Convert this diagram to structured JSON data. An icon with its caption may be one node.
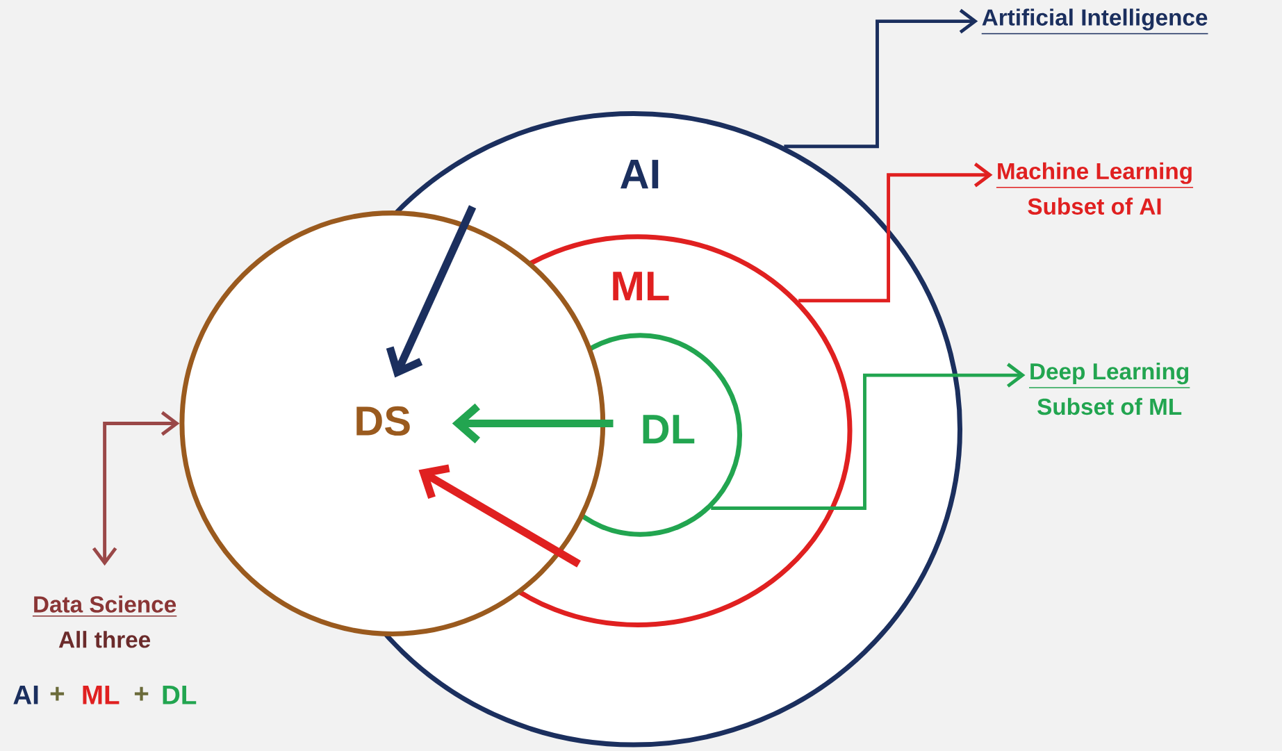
{
  "diagram": {
    "nodes": [
      {
        "text": [
          "AI"
        ]
      },
      {
        "text": [
          "ML"
        ],
        "in": 0
      },
      {
        "text": [
          "DL"
        ],
        "in": 1
      },
      {
        "text": [
          "DS"
        ]
      },
      {
        "text": [
          "Artificial Intelligence"
        ]
      },
      {
        "text": [
          "Machine Learning",
          "Subset of AI"
        ]
      },
      {
        "text": [
          "Deep Learning",
          "Subset of ML"
        ]
      },
      {
        "text": [
          "Data Science",
          "All three"
        ]
      }
    ],
    "edges": [
      {
        "from": 0,
        "to": 4,
        "arrow": "to",
        "color": "#1b2f5e"
      },
      {
        "from": 1,
        "to": 5,
        "arrow": "to",
        "color": "#e02020"
      },
      {
        "from": 2,
        "to": 6,
        "arrow": "to",
        "color": "#22a550"
      },
      {
        "from": 3,
        "to": 7,
        "arrow": "both",
        "color": "#9a4848"
      },
      {
        "from": null,
        "to": 3,
        "arrow": "to",
        "style": "thick",
        "color": "#1b2f5e"
      },
      {
        "from": 2,
        "to": 3,
        "arrow": "to",
        "style": "thick",
        "color": "#22a550"
      },
      {
        "from": null,
        "to": 3,
        "arrow": "to",
        "style": "thick",
        "color": "#e02020"
      }
    ],
    "labels": [
      "AI",
      "+",
      "ML",
      "+",
      "DL"
    ]
  }
}
